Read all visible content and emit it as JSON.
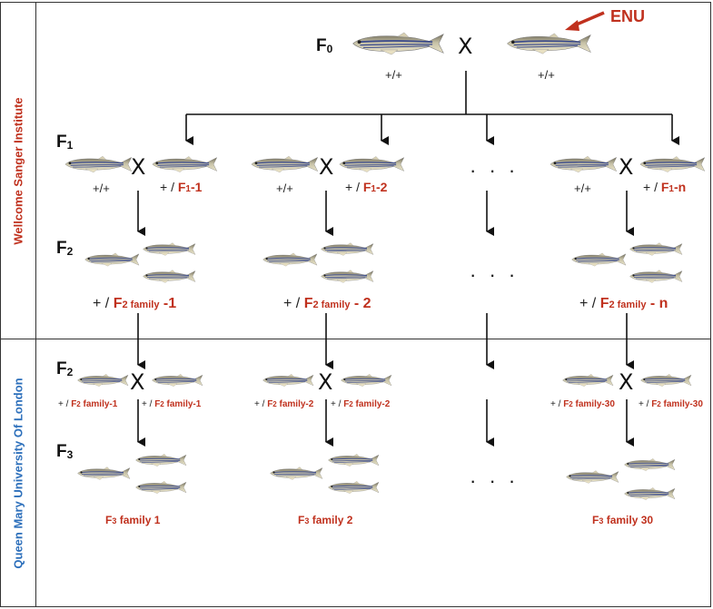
{
  "institutions": {
    "top": "Wellcome Sanger Institute",
    "bottom": "Queen Mary University Of London"
  },
  "mutagen": "ENU",
  "generations": {
    "f0_main": "F",
    "f0_sub": "0",
    "f1_main": "F",
    "f1_sub": "1",
    "f2_main": "F",
    "f2_sub": "2",
    "f2b_main": "F",
    "f2b_sub": "2",
    "f3_main": "F",
    "f3_sub": "3"
  },
  "cross_symbol": "X",
  "ellipsis": "· · ·",
  "f0": {
    "left_genotype": "+/+",
    "right_genotype": "+/+"
  },
  "f1": [
    {
      "wt": "+/+",
      "prefix": "+ / ",
      "main": "F",
      "sub": "1",
      "suffix": "-1"
    },
    {
      "wt": "+/+",
      "prefix": "+ / ",
      "main": "F",
      "sub": "1",
      "suffix": "-2"
    },
    {
      "wt": "+/+",
      "prefix": "+ / ",
      "main": "F",
      "sub": "1",
      "suffix": "-n"
    }
  ],
  "f2_families": [
    {
      "prefix": "+ / ",
      "main": "F",
      "sub": "2 family",
      "suffix": " -1"
    },
    {
      "prefix": "+ / ",
      "main": "F",
      "sub": "2 family",
      "suffix": " - 2"
    },
    {
      "prefix": "+ / ",
      "main": "F",
      "sub": "2 family",
      "suffix": " - n"
    }
  ],
  "f2_crosses": [
    {
      "left": {
        "prefix": "+ / ",
        "main": "F",
        "sub": "2",
        "suffix": " family-1"
      },
      "right": {
        "prefix": "+ / ",
        "main": "F",
        "sub": "2",
        "suffix": " family-1"
      }
    },
    {
      "left": {
        "prefix": "+ / ",
        "main": "F",
        "sub": "2",
        "suffix": " family-2"
      },
      "right": {
        "prefix": "+ / ",
        "main": "F",
        "sub": "2",
        "suffix": " family-2"
      }
    },
    {
      "left": {
        "prefix": "+ / ",
        "main": "F",
        "sub": "2",
        "suffix": " family-30"
      },
      "right": {
        "prefix": "+ / ",
        "main": "F",
        "sub": "2",
        "suffix": " family-30"
      }
    }
  ],
  "f3_families": [
    {
      "main": "F",
      "sub": "3",
      "suffix": " family 1"
    },
    {
      "main": "F",
      "sub": "3",
      "suffix": " family 2"
    },
    {
      "main": "F",
      "sub": "3",
      "suffix": " family 30"
    }
  ],
  "colors": {
    "accent_red": "#c0311e",
    "qm_blue": "#2c6fbb",
    "line": "#111111"
  }
}
